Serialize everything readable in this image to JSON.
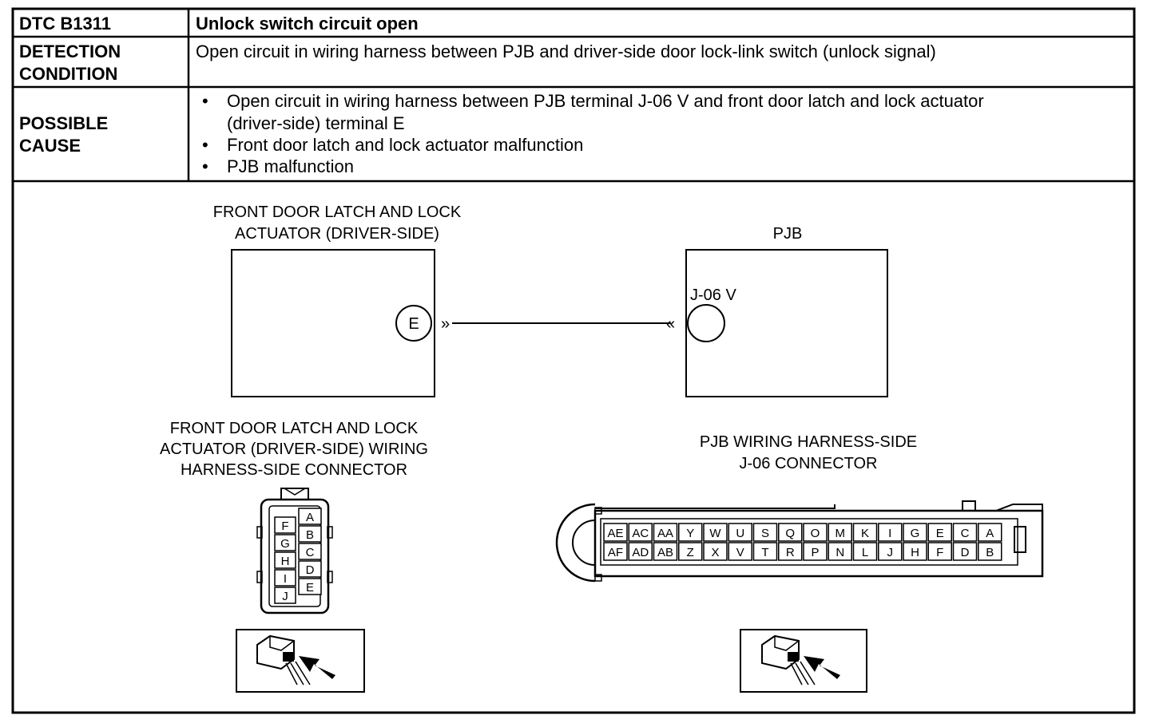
{
  "header": {
    "dtc_label": "DTC B1311",
    "dtc_title": "Unlock switch circuit open",
    "detection_label_line1": "DETECTION",
    "detection_label_line2": "CONDITION",
    "detection_text": "Open circuit in wiring harness between PJB and driver-side door lock-link switch (unlock signal)",
    "cause_label_line1": "POSSIBLE",
    "cause_label_line2": "CAUSE",
    "causes": [
      "Open circuit in wiring harness between PJB terminal J-06 V and front door latch and lock actuator",
      "(driver-side) terminal E",
      "Front door latch and lock actuator malfunction",
      "PJB malfunction"
    ],
    "bullet": "•"
  },
  "schematic": {
    "actuator_title_line1": "FRONT DOOR LATCH AND LOCK",
    "actuator_title_line2": "ACTUATOR (DRIVER-SIDE)",
    "actuator_terminal": "E",
    "pjb_title": "PJB",
    "pjb_terminal": "J-06 V",
    "arrow_right": "»",
    "arrow_left": "«"
  },
  "connectors": {
    "actuator_conn_title_line1": "FRONT DOOR LATCH AND LOCK",
    "actuator_conn_title_line2": "ACTUATOR (DRIVER-SIDE) WIRING",
    "actuator_conn_title_line3": "HARNESS-SIDE CONNECTOR",
    "actuator_left_pins": [
      "F",
      "G",
      "H",
      "I",
      "J"
    ],
    "actuator_right_pins": [
      "A",
      "B",
      "C",
      "D",
      "E"
    ],
    "pjb_conn_title_line1": "PJB WIRING HARNESS-SIDE",
    "pjb_conn_title_line2": "J-06 CONNECTOR",
    "pjb_top_pins": [
      "AE",
      "AC",
      "AA",
      "Y",
      "W",
      "U",
      "S",
      "Q",
      "O",
      "M",
      "K",
      "I",
      "G",
      "E",
      "C",
      "A"
    ],
    "pjb_bottom_pins": [
      "AF",
      "AD",
      "AB",
      "Z",
      "X",
      "V",
      "T",
      "R",
      "P",
      "N",
      "L",
      "J",
      "H",
      "F",
      "D",
      "B"
    ]
  }
}
